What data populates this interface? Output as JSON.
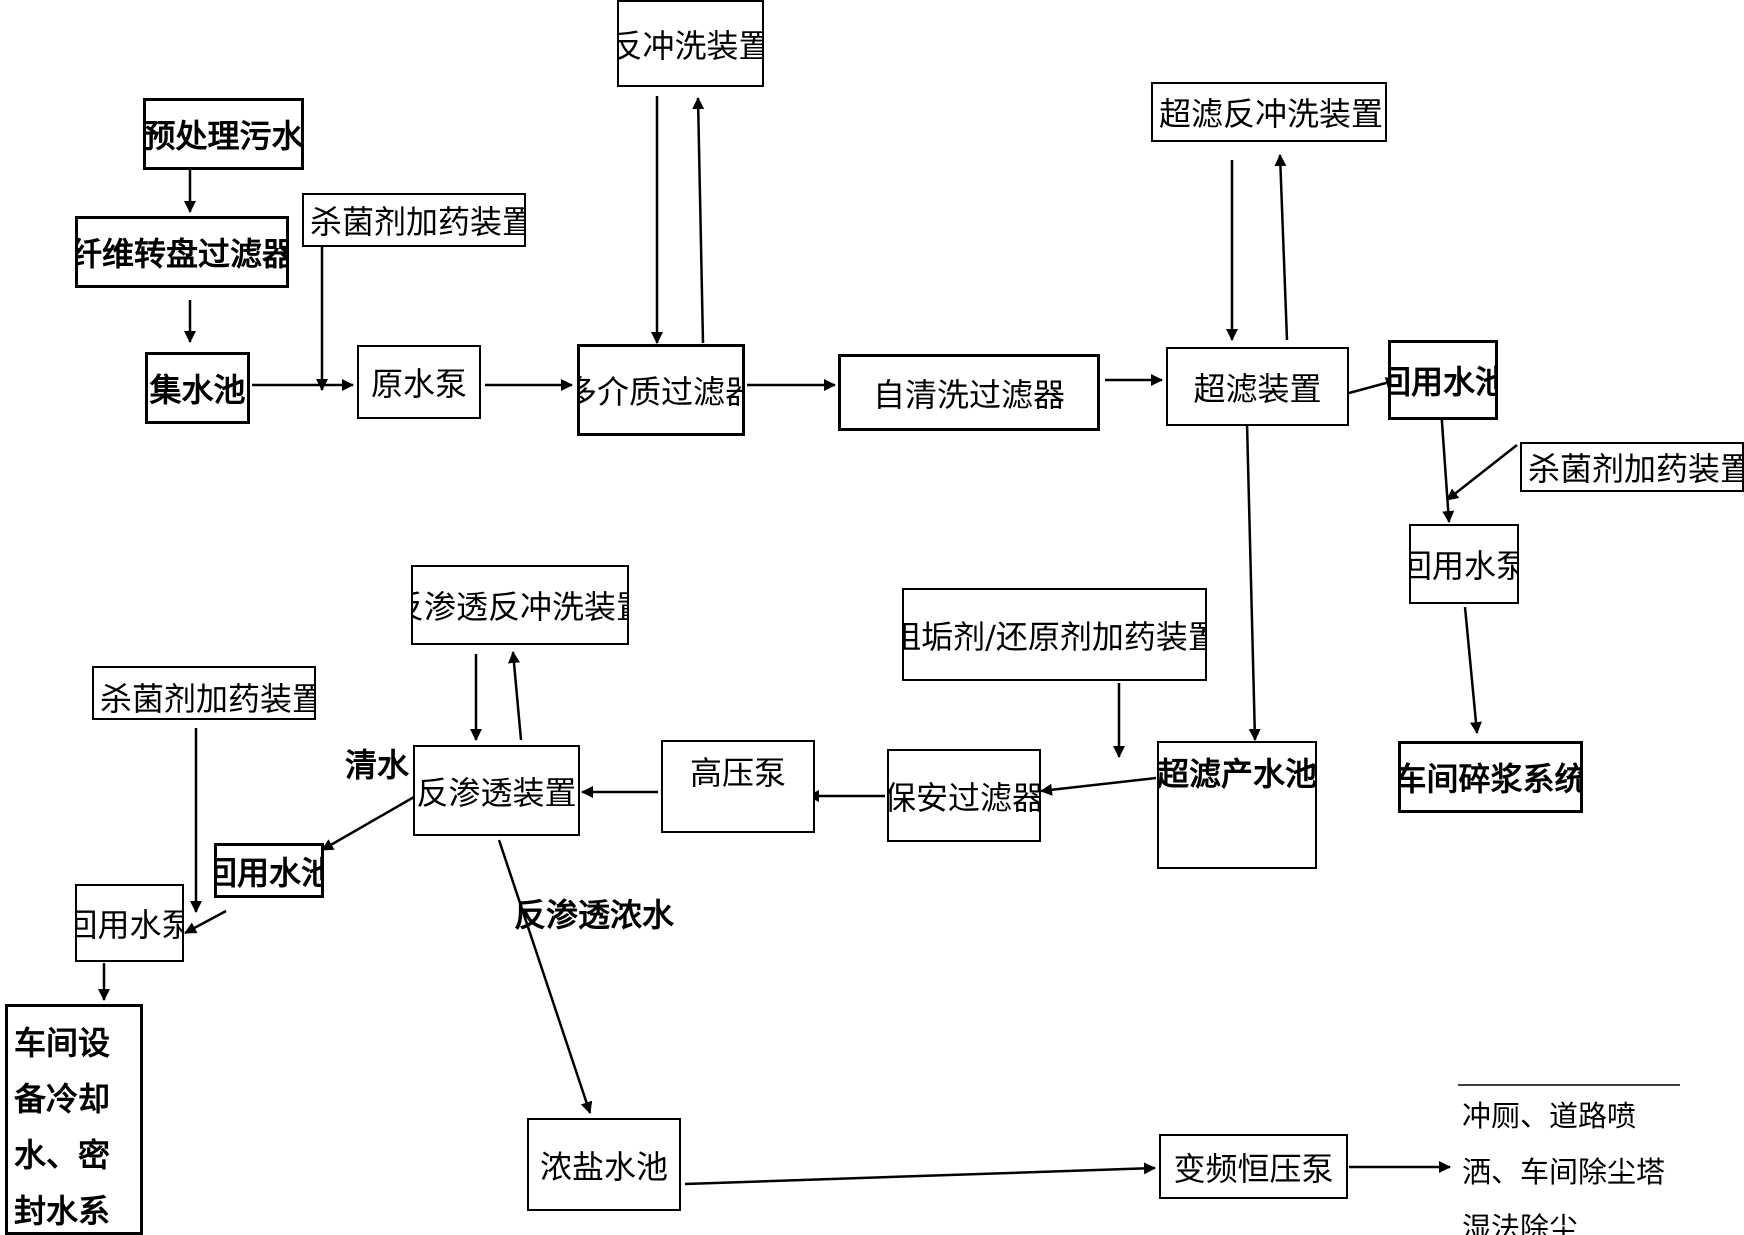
{
  "nodes": {
    "pretreat": "预处理污水",
    "fiber_filter": "纤维转盘过滤器",
    "collect_pool": "集水池",
    "dosing_1": "杀菌剂加药装置",
    "raw_pump": "原水泵",
    "backwash": "反冲洗装置",
    "multimedia_filter": "多介质过滤器",
    "selfclean_filter": "自清洗过滤器",
    "uf_backwash": "超滤反冲洗装置",
    "uf_device": "超滤装置",
    "reuse_pool_1": "回用水池",
    "dosing_2": "杀菌剂加药装置",
    "reuse_pump_1": "回用水泵",
    "pulping_system": "车间碎浆系统",
    "ro_backwash": "反渗透反冲洗装置",
    "antiscalant": "阻垢剂/还原剂加药装置",
    "dosing_3": "杀菌剂加药装置",
    "ro_device": "反渗透装置",
    "hp_pump": "高压泵",
    "security_filter": "保安过滤器",
    "uf_product_pool": "超滤产水池",
    "reuse_pool_2": "回用水池",
    "reuse_pump_2": "回用水泵",
    "cooling_system": "车间设备冷却水、密封水系统",
    "brine_pool": "浓盐水池",
    "vf_pump": "变频恒压泵"
  },
  "labels": {
    "clear_water": "清水",
    "ro_concentrate": "反渗透浓水"
  },
  "end_text": "冲厕、道路喷洒、车间除尘塔湿法除尘"
}
